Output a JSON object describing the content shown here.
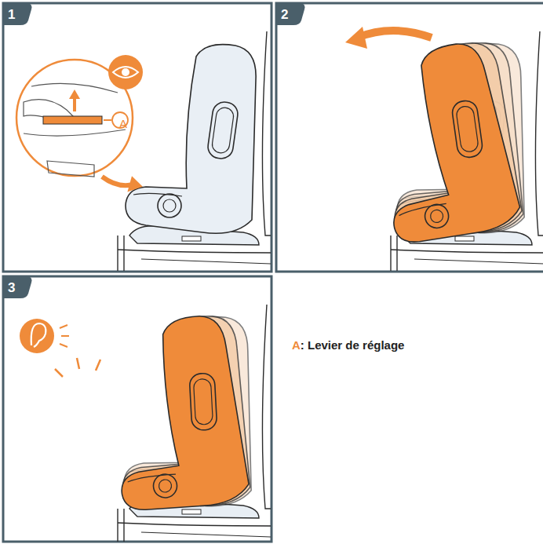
{
  "diagram": {
    "labels": [
      "1",
      "2",
      "3",
      "A",
      "A",
      ": Levier de réglage"
    ]
  }
}
